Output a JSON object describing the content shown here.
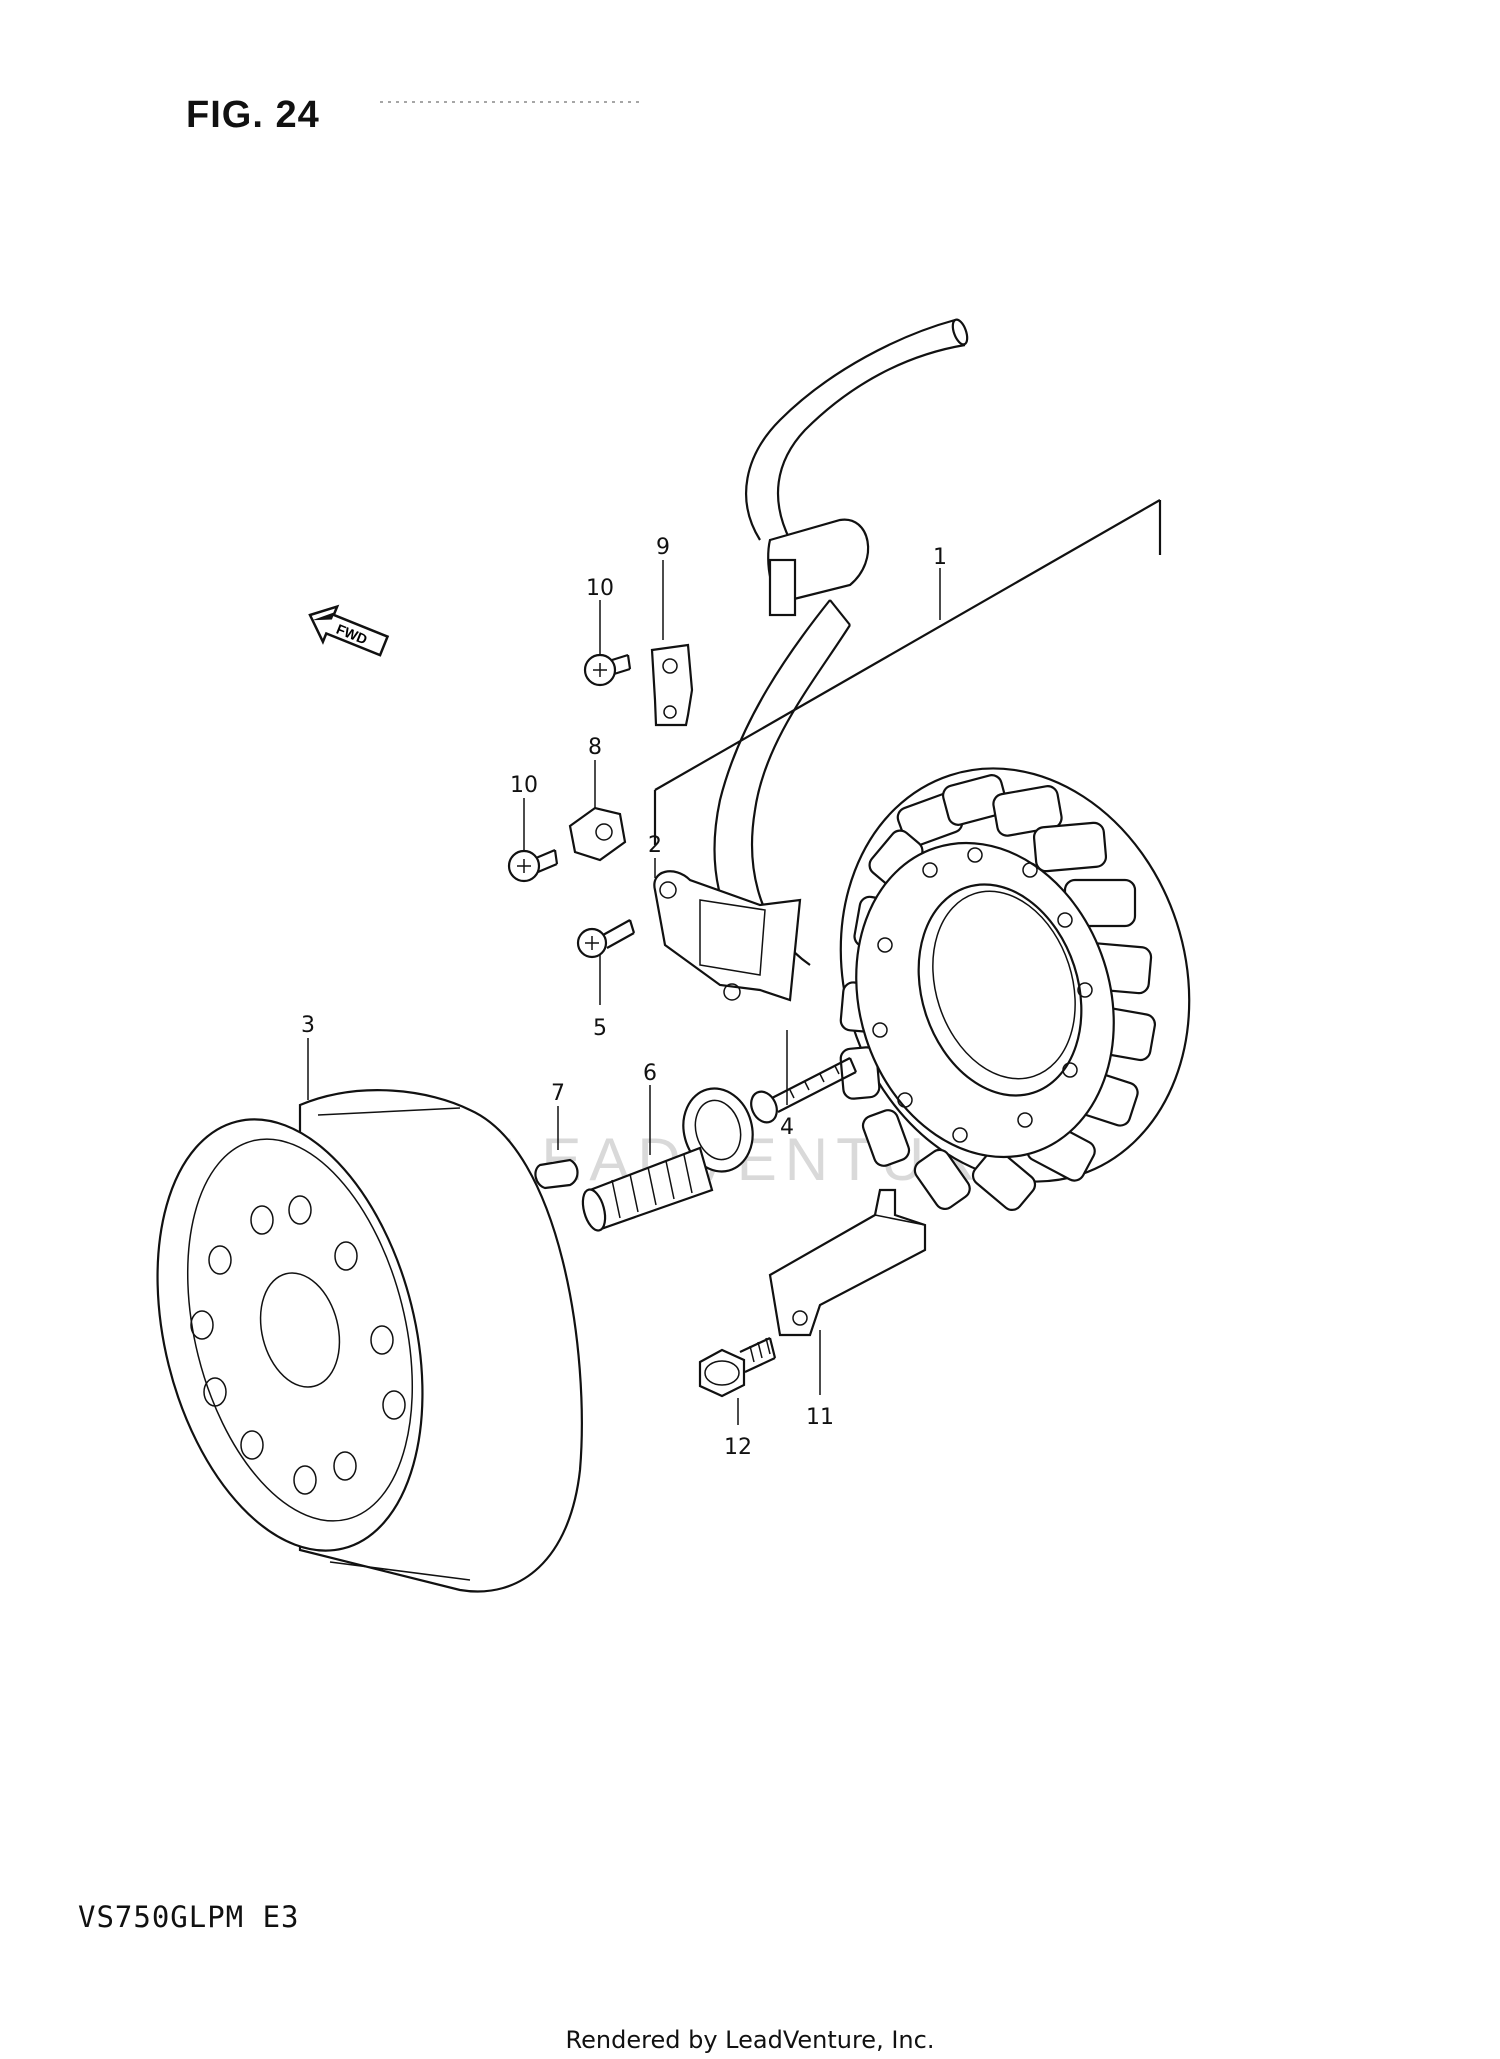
{
  "figure": {
    "title": "FIG. 24",
    "model_code": "VS750GLPM  E3",
    "fwd_label": "FWD",
    "watermark": "LEADVENTURE",
    "footer": "Rendered by LeadVenture, Inc."
  },
  "callouts": [
    {
      "id": "1",
      "label": "1"
    },
    {
      "id": "2",
      "label": "2"
    },
    {
      "id": "3",
      "label": "3"
    },
    {
      "id": "4",
      "label": "4"
    },
    {
      "id": "5",
      "label": "5"
    },
    {
      "id": "6",
      "label": "6"
    },
    {
      "id": "7",
      "label": "7"
    },
    {
      "id": "8",
      "label": "8"
    },
    {
      "id": "9",
      "label": "9"
    },
    {
      "id": "10a",
      "label": "10"
    },
    {
      "id": "10b",
      "label": "10"
    },
    {
      "id": "11",
      "label": "11"
    },
    {
      "id": "12",
      "label": "12"
    }
  ],
  "colors": {
    "ink": "#111111",
    "paper": "#ffffff",
    "watermark": "#d9d9d9"
  }
}
